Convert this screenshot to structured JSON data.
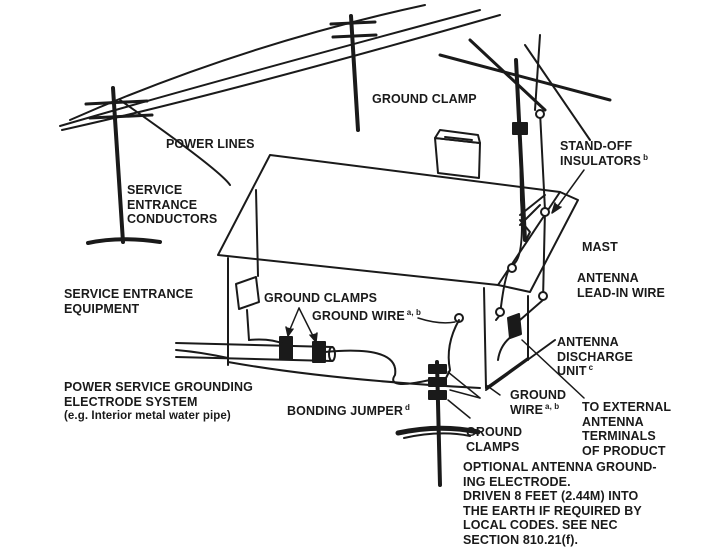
{
  "labels": {
    "power_lines": "POWER LINES",
    "ground_clamp": "GROUND CLAMP",
    "standoff": [
      "STAND-OFF",
      "INSULATORS"
    ],
    "standoff_note": "b",
    "service_entrance_conductors": [
      "SERVICE",
      "ENTRANCE",
      "CONDUCTORS"
    ],
    "mast": "MAST",
    "antenna_lead_in_wire": [
      "ANTENNA",
      "LEAD-IN WIRE"
    ],
    "service_entrance_equipment": [
      "SERVICE ENTRANCE",
      "EQUIPMENT"
    ],
    "ground_clamps_top": "GROUND CLAMPS",
    "ground_wire_top": "GROUND WIRE",
    "ground_wire_top_note": "a, b",
    "antenna_discharge_unit": [
      "ANTENNA",
      "DISCHARGE",
      "UNIT"
    ],
    "antenna_discharge_unit_note": "c",
    "power_service_grounding": [
      "POWER SERVICE GROUNDING",
      "ELECTRODE SYSTEM",
      "(e.g. Interior metal water pipe)"
    ],
    "bonding_jumper": "BONDING JUMPER",
    "bonding_jumper_note": "d",
    "ground_wire_bottom": [
      "GROUND",
      "WIRE"
    ],
    "ground_wire_bottom_note": "a, b",
    "to_external": [
      "TO EXTERNAL",
      "ANTENNA",
      "TERMINALS",
      "OF PRODUCT"
    ],
    "ground_clamps_bottom": [
      "GROUND",
      "CLAMPS"
    ],
    "optional_electrode": [
      "OPTIONAL ANTENNA GROUND-",
      "ING ELECTRODE.",
      "DRIVEN 8 FEET (2.44M) INTO",
      "THE EARTH IF  REQUIRED BY",
      "LOCAL CODES. SEE NEC",
      "SECTION 810.21(f)."
    ]
  },
  "colors": {
    "ink": "#1a1a1a",
    "background": "#ffffff",
    "pipe_fill": "#d9d9d9"
  }
}
